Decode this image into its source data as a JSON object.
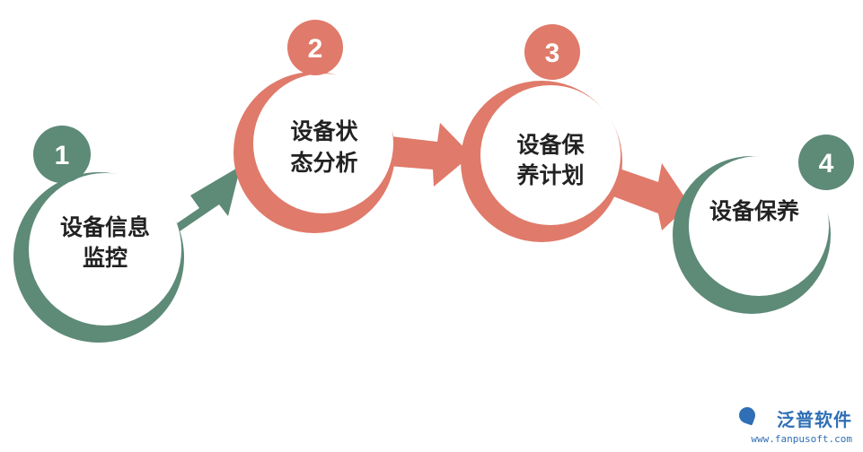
{
  "colors": {
    "green": "#5e8a78",
    "salmon": "#e07a6a",
    "white": "#ffffff",
    "text": "#222222",
    "logo": "#2f6fb5"
  },
  "steps": [
    {
      "number": "1",
      "line1": "设备信息",
      "line2": "监控",
      "color": "green"
    },
    {
      "number": "2",
      "line1": "设备状",
      "line2": "态分析",
      "color": "salmon"
    },
    {
      "number": "3",
      "line1": "设备保",
      "line2": "养计划",
      "color": "salmon"
    },
    {
      "number": "4",
      "line1": "设备保养",
      "line2": "",
      "color": "green"
    }
  ],
  "logo": {
    "name": "泛普软件",
    "url": "www.fanpusoft.com"
  }
}
